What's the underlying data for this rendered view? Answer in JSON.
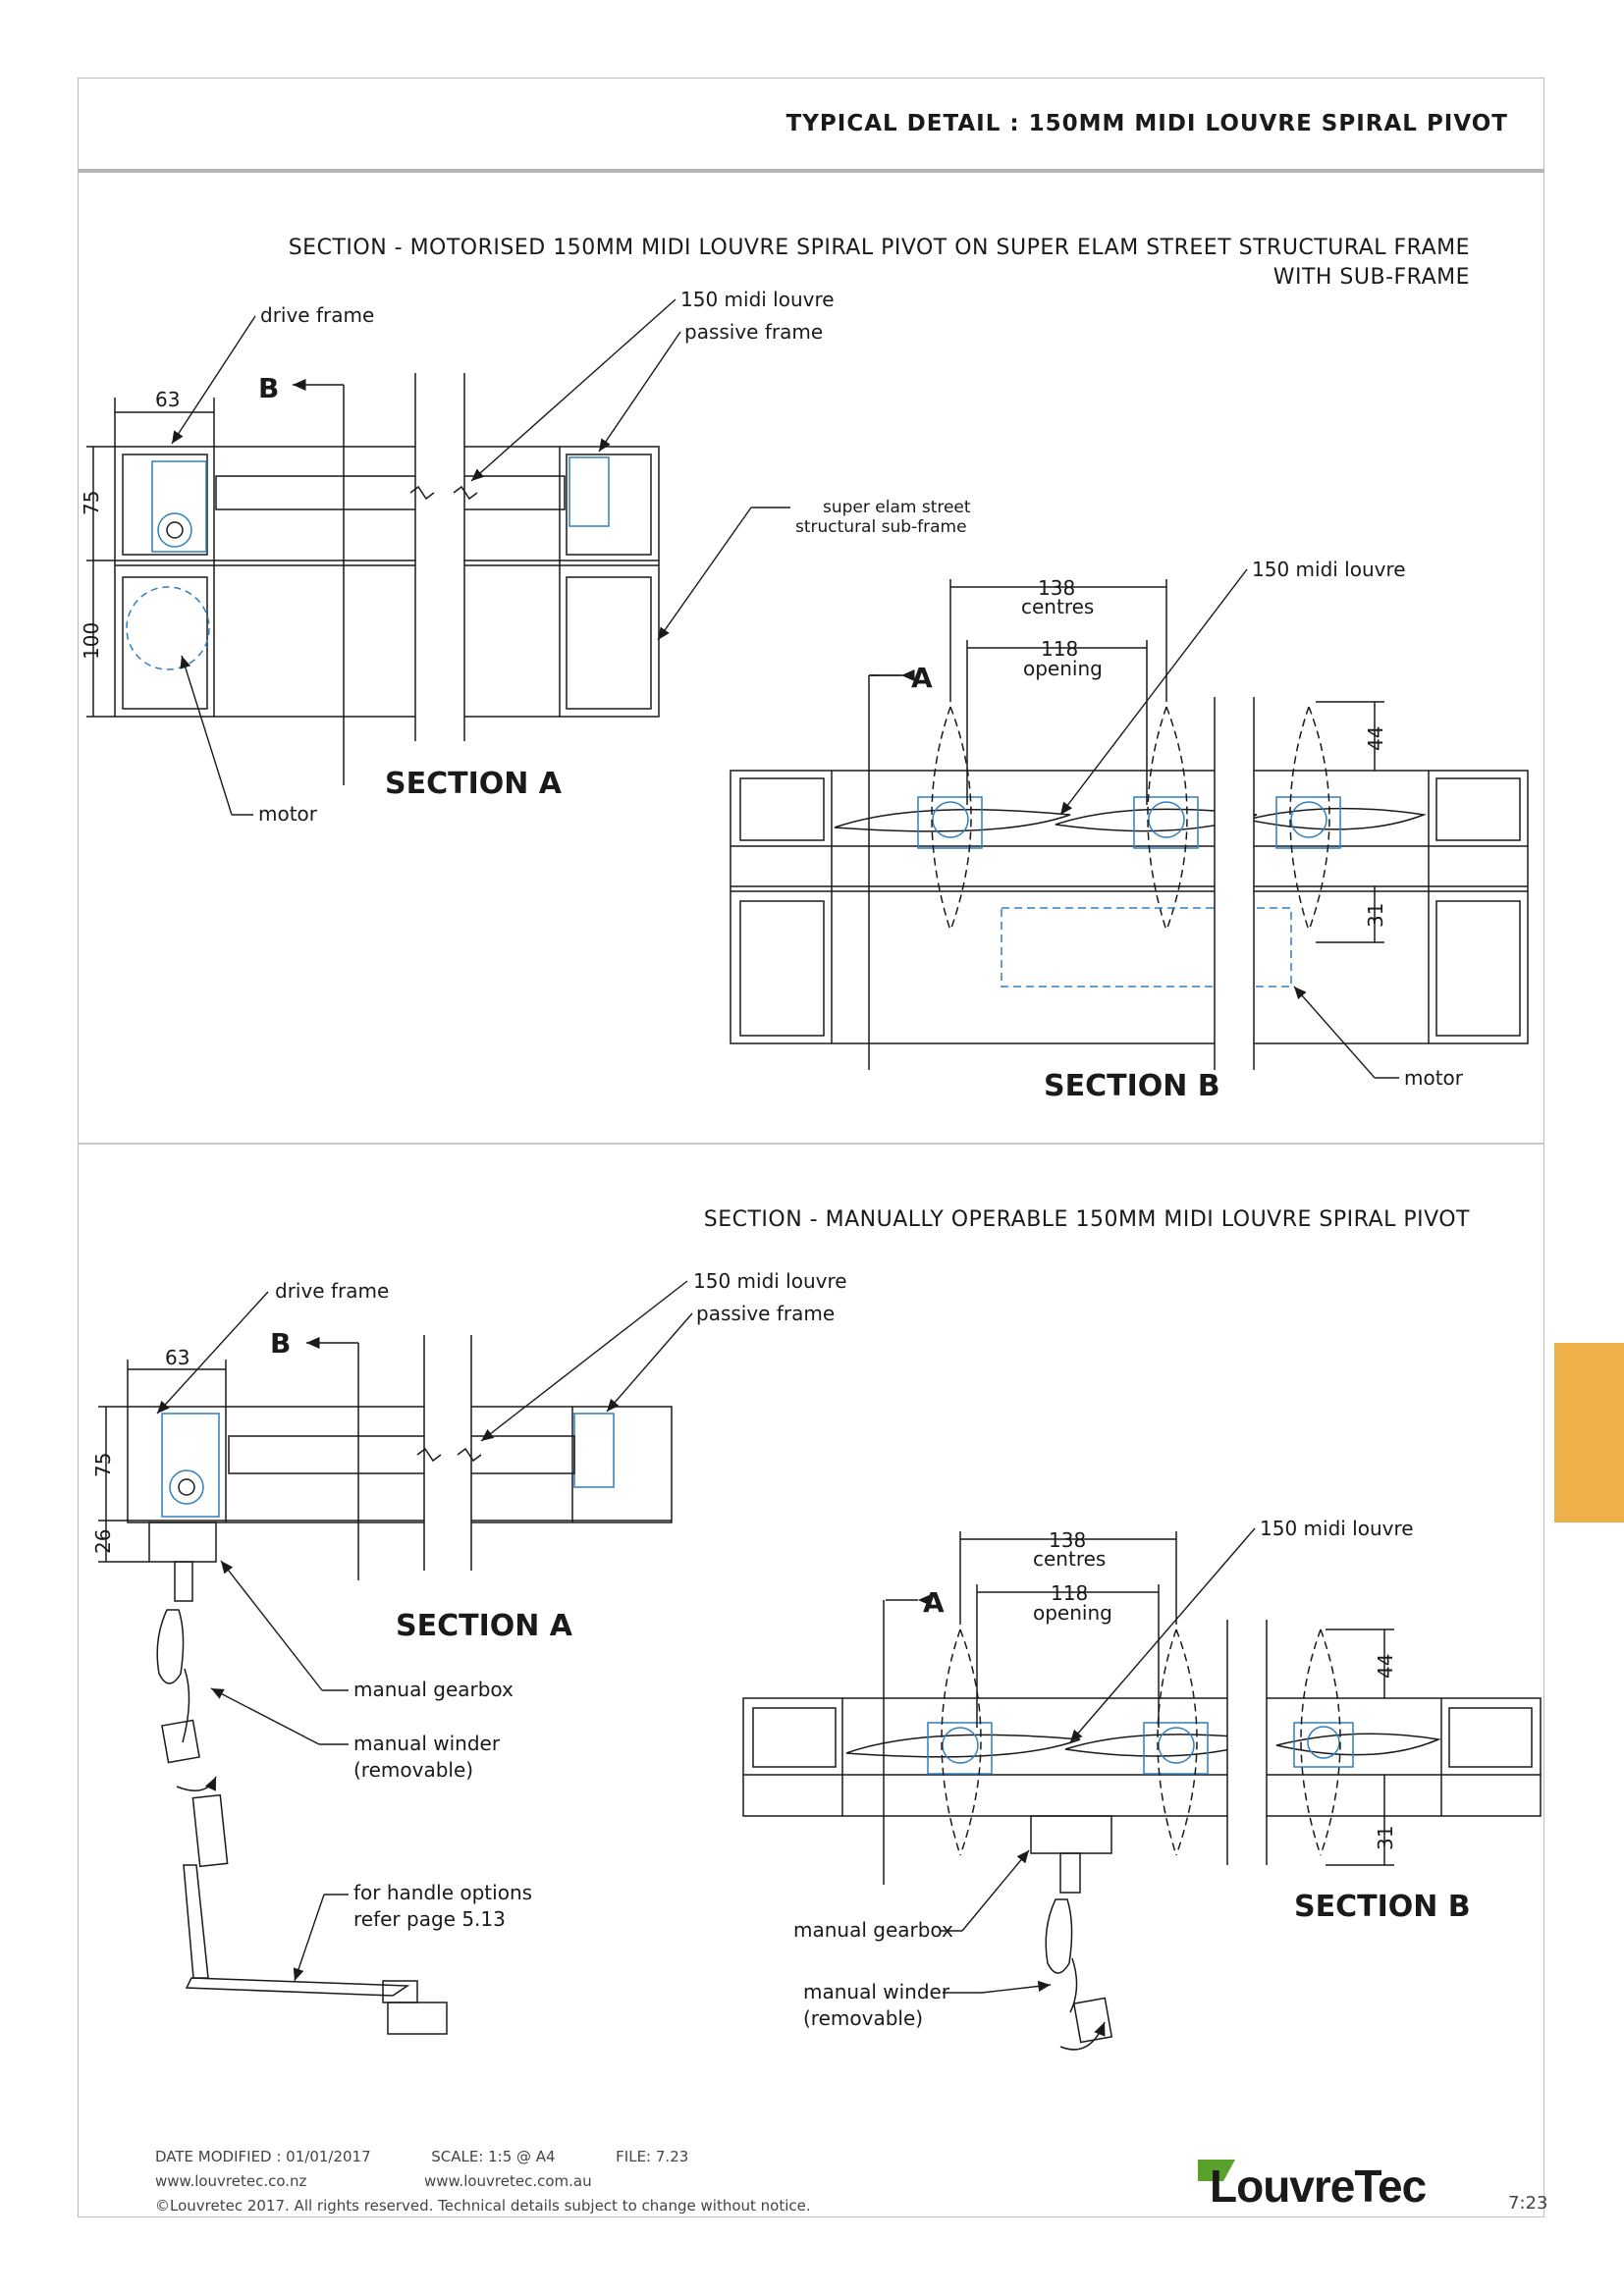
{
  "header": {
    "title": "TYPICAL DETAIL : 150MM MIDI LOUVRE SPIRAL PIVOT"
  },
  "section_top": {
    "title_line1": "SECTION - MOTORISED 150MM MIDI LOUVRE SPIRAL PIVOT ON SUPER ELAM STREET STRUCTURAL FRAME",
    "title_line2": "WITH SUB-FRAME",
    "labels": {
      "drive_frame": "drive frame",
      "midi_louvre": "150 midi louvre",
      "passive_frame": "passive frame",
      "sub_frame_1": "super elam street",
      "sub_frame_2": "structural sub-frame",
      "motor_a": "motor",
      "motor_b": "motor",
      "section_a": "SECTION A",
      "section_b": "SECTION B",
      "marker_b": "B",
      "marker_a": "A",
      "louvre_b": "150 midi louvre"
    },
    "dims": {
      "d63": "63",
      "d75": "75",
      "d100": "100",
      "d138": "138",
      "centres": "centres",
      "d118": "118",
      "opening": "opening",
      "d44": "44",
      "d31": "31"
    }
  },
  "section_bottom": {
    "title": "SECTION - MANUALLY OPERABLE 150MM MIDI LOUVRE SPIRAL PIVOT",
    "labels": {
      "drive_frame": "drive frame",
      "midi_louvre": "150 midi louvre",
      "passive_frame": "passive frame",
      "section_a": "SECTION A",
      "section_b": "SECTION B",
      "marker_b": "B",
      "marker_a": "A",
      "gearbox_a": "manual gearbox",
      "winder_a_1": "manual winder",
      "winder_a_2": "(removable)",
      "handle_1": "for handle options",
      "handle_2": "refer page 5.13",
      "louvre_b": "150 midi louvre",
      "gearbox_b": "manual gearbox",
      "winder_b_1": "manual winder",
      "winder_b_2": "(removable)"
    },
    "dims": {
      "d63": "63",
      "d75": "75",
      "d26": "26",
      "d138": "138",
      "centres": "centres",
      "d118": "118",
      "opening": "opening",
      "d44": "44",
      "d31": "31"
    }
  },
  "footer": {
    "date": "DATE MODIFIED : 01/01/2017",
    "scale": "SCALE: 1:5 @ A4",
    "file": "FILE: 7.23",
    "web_nz": "www.louvretec.co.nz",
    "web_au": "www.louvretec.com.au",
    "copyright": "©Louvretec 2017. All rights reserved. Technical details subject to change without notice.",
    "page": "7:23"
  },
  "logo": {
    "text": "LouvreTec",
    "accent_color": "#5aa02c"
  },
  "colors": {
    "tab": "#efb04a",
    "blue_part": "#2f7fbf",
    "line": "#1a1a1a"
  }
}
